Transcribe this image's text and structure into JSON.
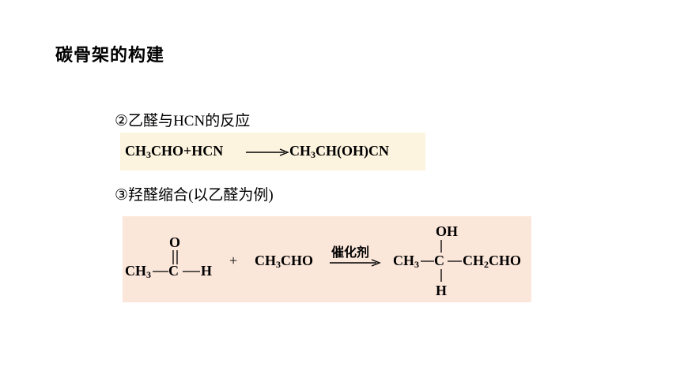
{
  "title": "碳骨架的构建",
  "section2": {
    "circled": "②",
    "prefix": "乙醛与",
    "latin": "HCN",
    "suffix": "的反应"
  },
  "section3": {
    "circled": "③",
    "prefix": "羟醛缩合",
    "paren_open": "(",
    "text": "以乙醛为例",
    "paren_close": ")"
  },
  "reaction1": {
    "lhs": {
      "p1": "CH",
      "s1": "3",
      "p2": "CHO+HCN"
    },
    "rhs": {
      "p1": "CH",
      "s1": "3",
      "p2": "CH(OH)CN"
    }
  },
  "reaction2": {
    "r1": {
      "o": "O",
      "left": "CH",
      "left_sub": "3",
      "c": "C",
      "h": "H"
    },
    "plus": "+",
    "r2": {
      "p1": "CH",
      "s1": "3",
      "p2": "CHO"
    },
    "catalyst": "催化剂",
    "product": {
      "oh": "OH",
      "left": "CH",
      "left_sub": "3",
      "c": "C",
      "right1": "CH",
      "right_sub": "2",
      "right2": "CHO",
      "h": "H"
    }
  },
  "colors": {
    "box1_bg": "#fdf4df",
    "box2_bg": "#fbe6da"
  }
}
